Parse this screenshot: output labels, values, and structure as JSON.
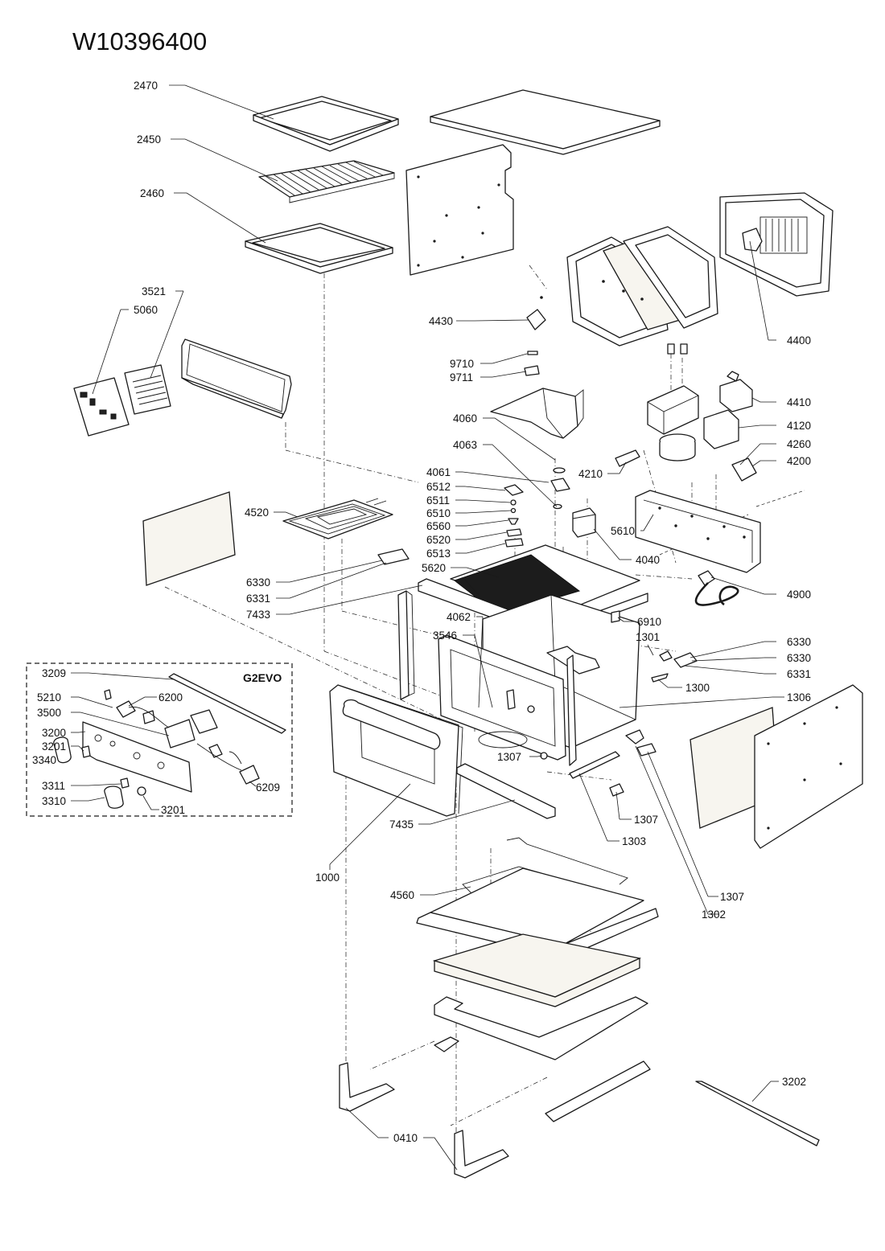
{
  "title": "W10396400",
  "group_title": "G2EVO",
  "labels": [
    "2470",
    "2450",
    "2460",
    "3521",
    "5060",
    "4430",
    "4400",
    "9710",
    "9711",
    "4410",
    "4060",
    "4120",
    "4063",
    "4260",
    "4210",
    "4200",
    "4061",
    "6512",
    "6511",
    "4520",
    "6510",
    "6560",
    "5610",
    "6520",
    "6513",
    "4040",
    "5620",
    "6330",
    "6331",
    "7433",
    "4900",
    "4062",
    "6910",
    "3546",
    "1301",
    "6330",
    "6330",
    "6331",
    "3209",
    "1300",
    "5210",
    "6200",
    "3500",
    "1306",
    "3200",
    "3201",
    "3340",
    "1307",
    "6209",
    "3311",
    "3310",
    "3201",
    "1307",
    "7435",
    "1303",
    "1000",
    "4560",
    "1307",
    "1302",
    "3202",
    "0410"
  ]
}
